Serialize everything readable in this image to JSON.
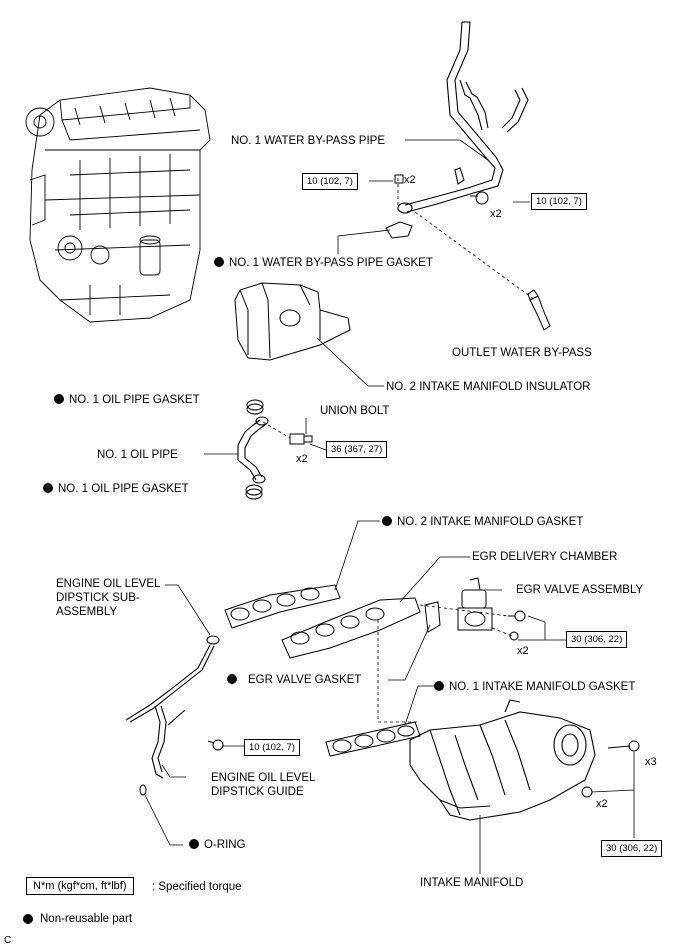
{
  "labels": {
    "water_bypass_pipe": "NO. 1 WATER BY-PASS PIPE",
    "water_bypass_gasket": "NO. 1 WATER BY-PASS PIPE GASKET",
    "outlet_water_bypass": "OUTLET WATER BY-PASS",
    "intake_manifold_insulator": "NO. 2 INTAKE MANIFOLD INSULATOR",
    "oil_pipe_gasket_1": "NO. 1 OIL PIPE GASKET",
    "union_bolt": "UNION BOLT",
    "oil_pipe": "NO. 1 OIL PIPE",
    "oil_pipe_gasket_2": "NO. 1 OIL PIPE GASKET",
    "intake_manifold_gasket_2": "NO. 2 INTAKE MANIFOLD GASKET",
    "egr_delivery_chamber": "EGR DELIVERY CHAMBER",
    "egr_valve_assembly": "EGR VALVE ASSEMBLY",
    "dipstick_sub_assembly": "ENGINE OIL LEVEL\nDIPSTICK SUB-\nASSEMBLY",
    "egr_valve_gasket": "EGR VALVE GASKET",
    "intake_manifold_gasket_1": "NO. 1 INTAKE MANIFOLD GASKET",
    "dipstick_guide": "ENGINE OIL LEVEL\nDIPSTICK GUIDE",
    "o_ring": "O-RING",
    "intake_manifold": "INTAKE MANIFOLD"
  },
  "torques": {
    "t1": "10 (102, 7)",
    "t2": "10 (102, 7)",
    "t3": "36 (367, 27)",
    "t4": "30 (306, 22)",
    "t5": "10 (102, 7)",
    "t6": "30 (306, 22)"
  },
  "quantities": {
    "q1": "x2",
    "q2": "x2",
    "q3": "x2",
    "q4": "x2",
    "q5": "x3",
    "q6": "x2"
  },
  "legend": {
    "torque_unit": "N*m (kgf*cm, ft*lbf)",
    "torque_text": ": Specified torque",
    "nonreusable_text": "Non-reusable part"
  },
  "corner_mark": "C"
}
